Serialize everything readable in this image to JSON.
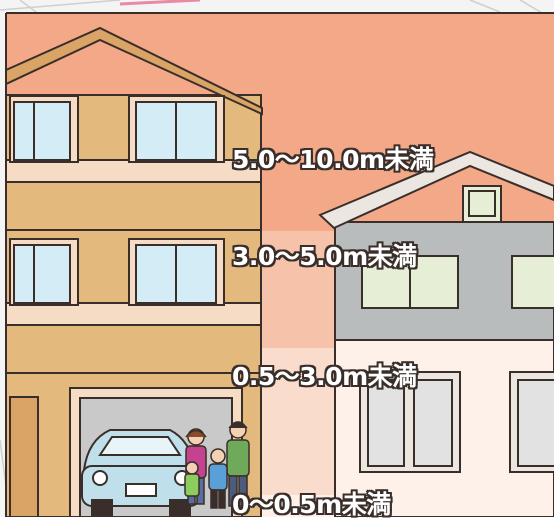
{
  "zones": [
    {
      "label": "5.0〜10.0m未満",
      "color": "#f3a888"
    },
    {
      "label": "3.0〜5.0m未満",
      "color": "#f6c2aa"
    },
    {
      "label": "0.5〜3.0m未満",
      "color": "#f9dccc"
    },
    {
      "label": "0〜0.5m未満",
      "color": "#fdf1ea"
    }
  ],
  "colors": {
    "house_wall": "#e3b97e",
    "house_band": "#f6dcc4",
    "window_glass": "#d4ecf6",
    "right_house": "#b9bcbc",
    "car": "#bfe0ea"
  }
}
